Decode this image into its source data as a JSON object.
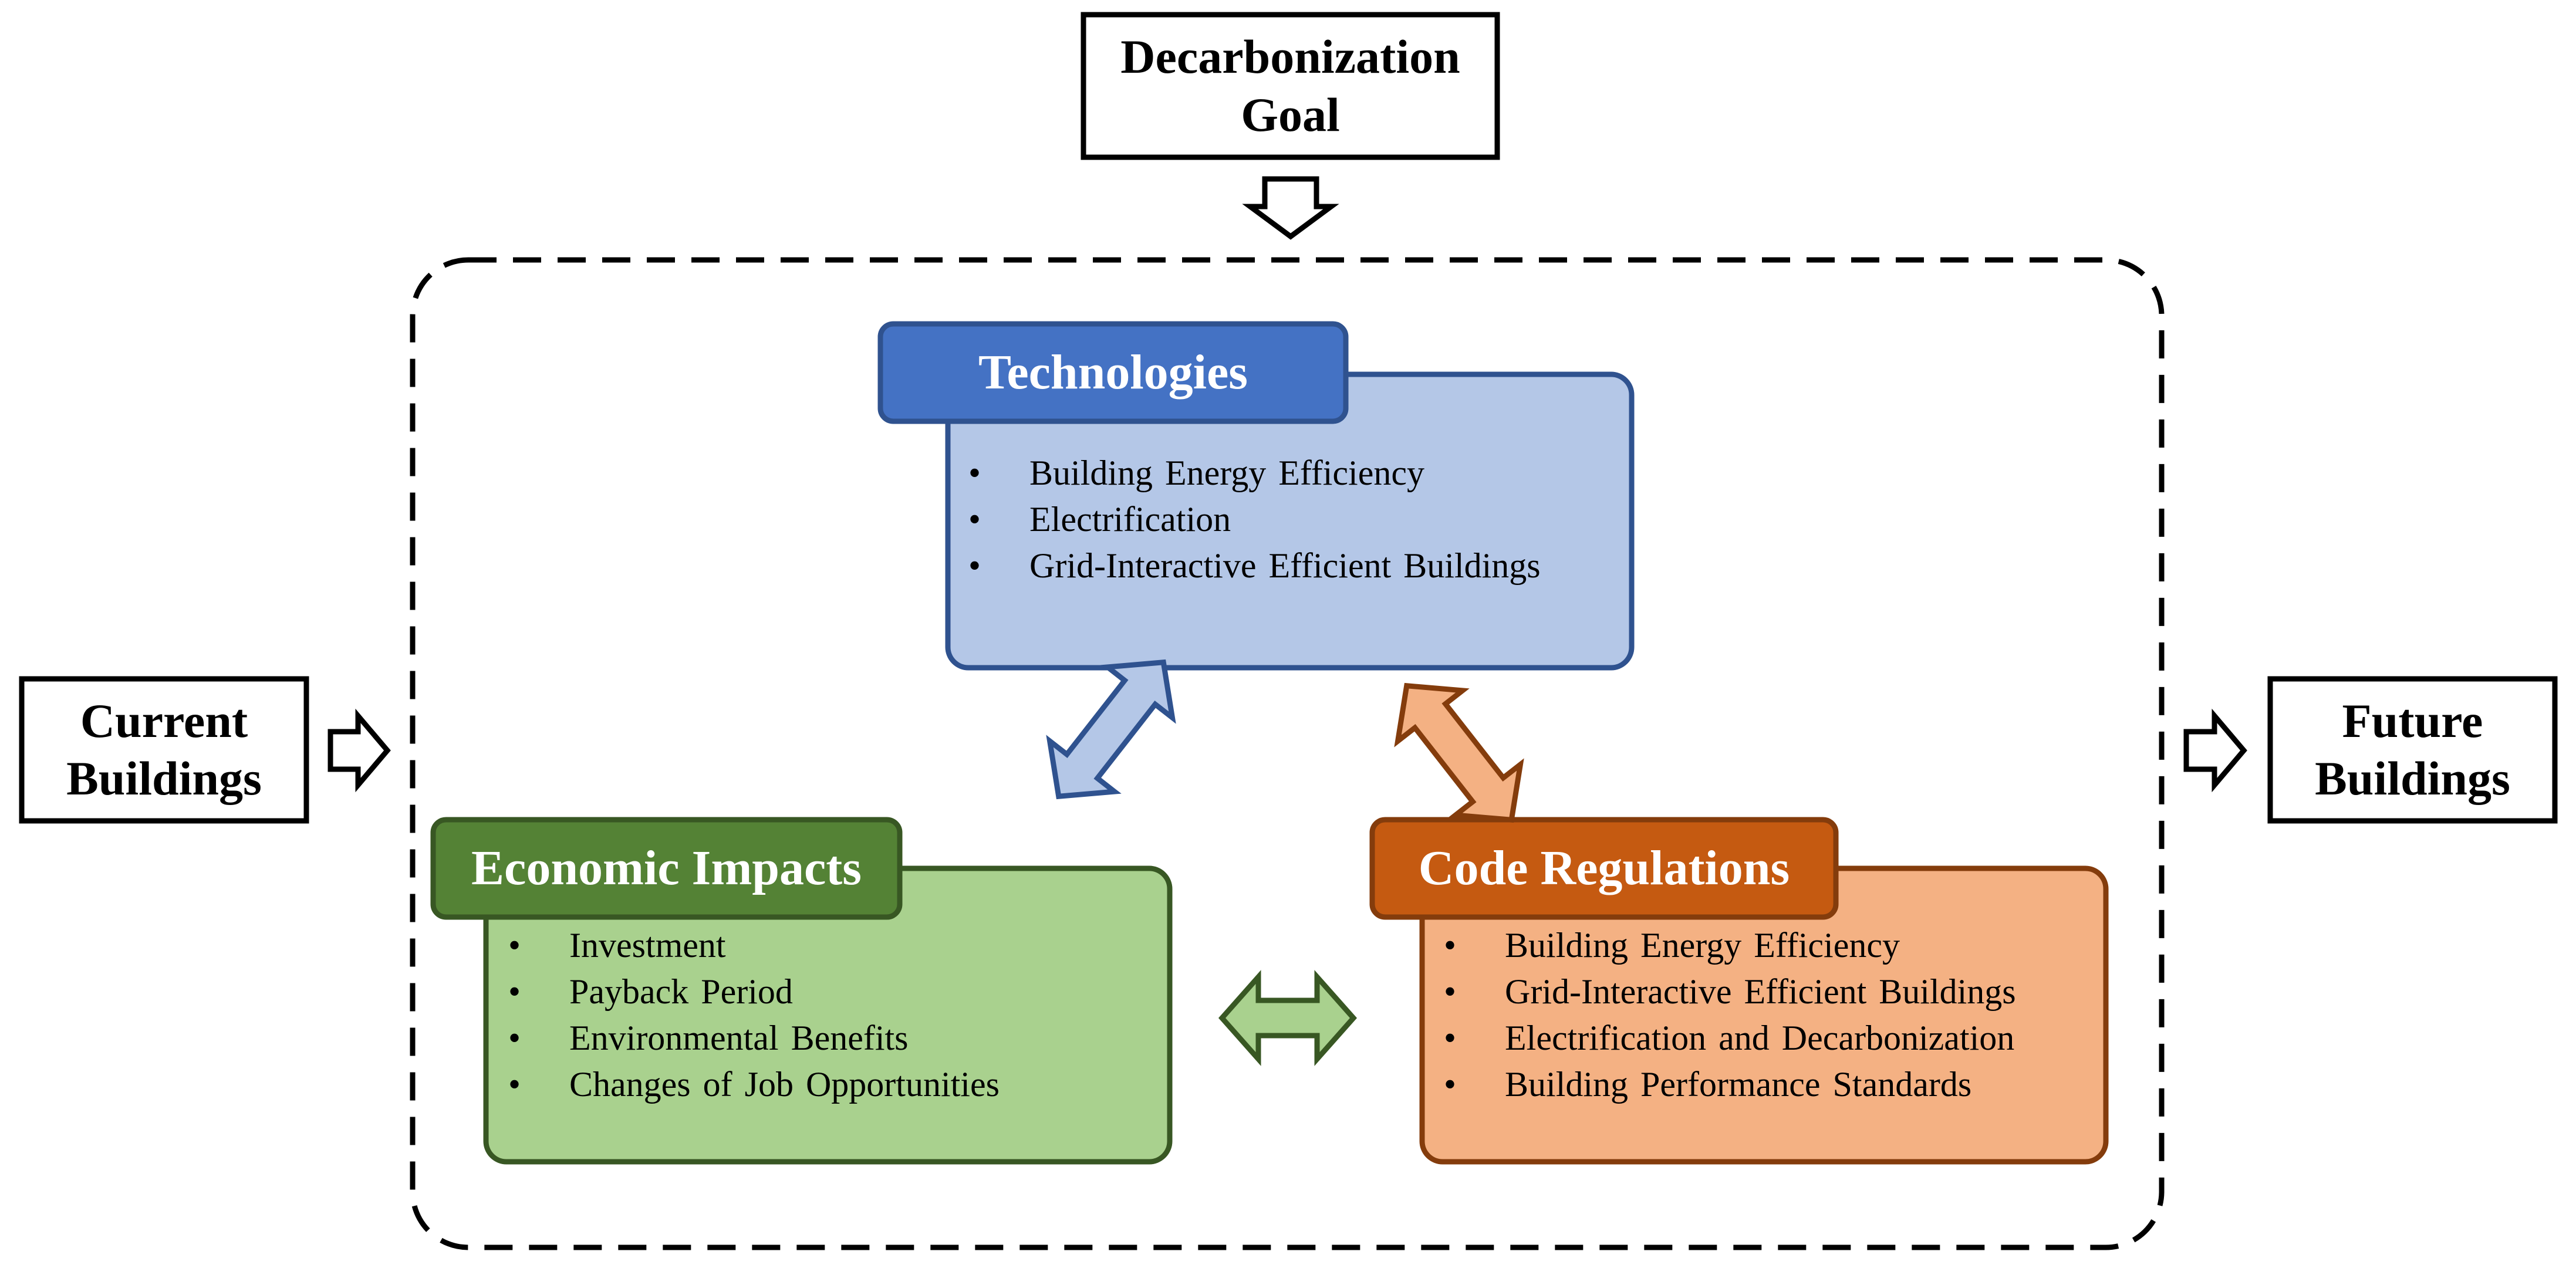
{
  "goal": {
    "line1": "Decarbonization",
    "line2": "Goal"
  },
  "current": {
    "line1": "Current",
    "line2": "Buildings"
  },
  "future": {
    "line1": "Future",
    "line2": "Buildings"
  },
  "technologies": {
    "title": "Technologies",
    "items": [
      "Building Energy Efficiency",
      "Electrification",
      "Grid-Interactive Efficient Buildings"
    ]
  },
  "economic": {
    "title": "Economic Impacts",
    "items": [
      "Investment",
      "Payback Period",
      "Environmental Benefits",
      "Changes of Job Opportunities"
    ]
  },
  "code": {
    "title": "Code Regulations",
    "items": [
      "Building Energy Efficiency",
      "Grid-Interactive Efficient Buildings",
      "Electrification and Decarbonization",
      "Building Performance Standards"
    ]
  },
  "colors": {
    "tech_tab": "#4472c4",
    "tech_body": "#b4c7e7",
    "tech_border": "#2f528f",
    "econ_tab": "#548235",
    "econ_body": "#a9d18e",
    "econ_border": "#385723",
    "code_tab": "#c55a11",
    "code_body": "#f4b183",
    "code_border": "#843c0c"
  }
}
